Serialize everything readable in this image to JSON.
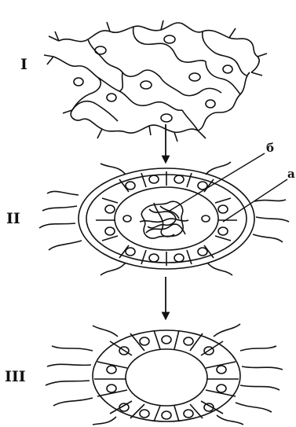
{
  "stages": [
    {
      "id": "stage-1",
      "label": "I"
    },
    {
      "id": "stage-2",
      "label": "II"
    },
    {
      "id": "stage-3",
      "label": "III"
    }
  ],
  "callouts": [
    {
      "id": "callout-b",
      "label": "б"
    },
    {
      "id": "callout-a",
      "label": "а"
    }
  ],
  "palette": {
    "ink": "#111111",
    "background": "#ffffff"
  }
}
